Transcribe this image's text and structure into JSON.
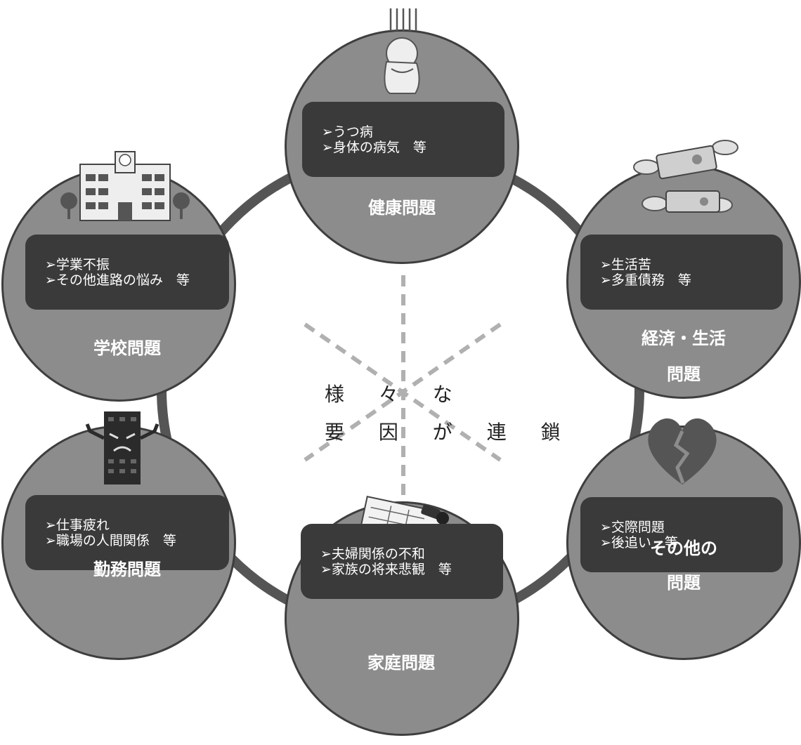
{
  "center": {
    "line1": "様 々 な",
    "line2": "要 因 が 連 鎖"
  },
  "factors": {
    "health": {
      "title": "健康問題",
      "items": [
        "➢うつ病",
        "➢身体の病気　等"
      ]
    },
    "economic": {
      "title1": "経済・生活",
      "title2": "問題",
      "items": [
        "➢生活苦",
        "➢多重債務　等"
      ]
    },
    "other": {
      "title1": "その他の",
      "title2": "問題",
      "items": [
        "➢交際問題",
        "➢後追い　等"
      ]
    },
    "family": {
      "title": "家庭問題",
      "items": [
        "➢夫婦関係の不和",
        "➢家族の将来悲観　等"
      ]
    },
    "work": {
      "title": "勤務問題",
      "items": [
        "➢仕事疲れ",
        "➢職場の人間関係　等"
      ]
    },
    "school": {
      "title": "学校問題",
      "items": [
        "➢学業不振",
        "➢その他進路の悩み　等"
      ]
    }
  },
  "colors": {
    "circle_fill": "#8c8c8c",
    "box_fill": "#3a3a3a",
    "ring": "#555555",
    "dash": "#b0b0b0"
  },
  "icons": {
    "health": "depressed-person-icon",
    "economic": "flying-money-icon",
    "other": "broken-heart-icon",
    "family": "divorce-papers-icon",
    "work": "angry-company-building-icon",
    "school": "school-building-icon"
  }
}
